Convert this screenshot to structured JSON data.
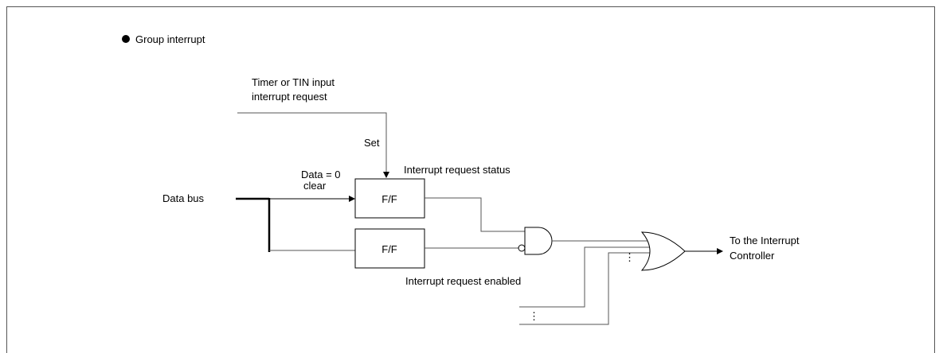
{
  "heading": "Group interrupt",
  "labels": {
    "timer_line1": "Timer or TIN input",
    "timer_line2": "interrupt request",
    "set": "Set",
    "data_eq": "Data = 0",
    "clear": "clear",
    "data_bus": "Data bus",
    "status": "Interrupt request status",
    "enabled": "Interrupt request enabled",
    "ff_top": "F/F",
    "ff_bottom": "F/F",
    "controller_line1": "To the Interrupt",
    "controller_line2": "Controller",
    "dots": "⋮"
  }
}
